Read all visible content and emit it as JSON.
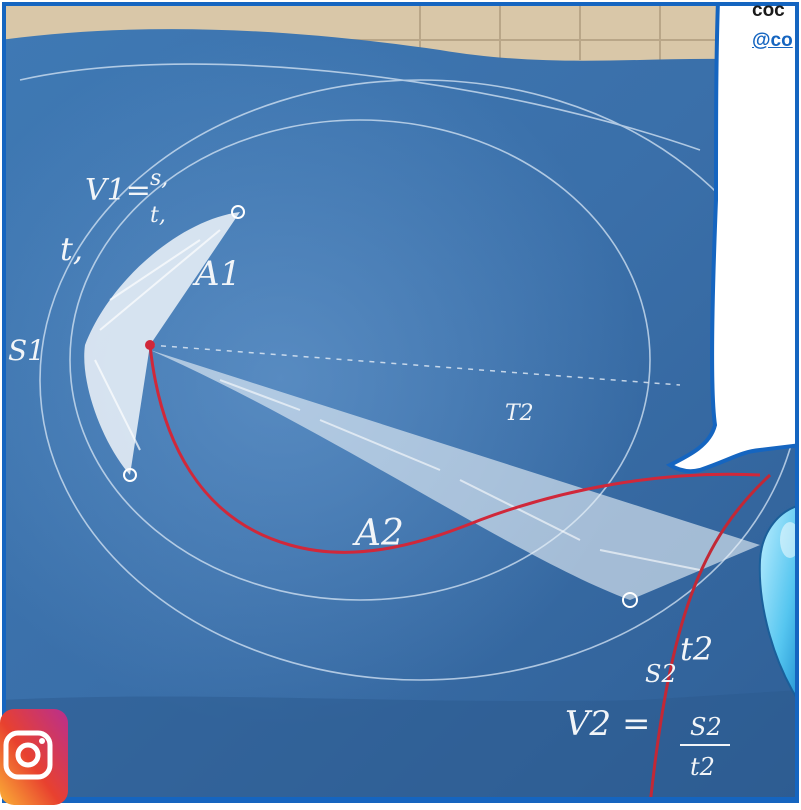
{
  "bubble": {
    "handle_text": "coc",
    "link_text": "@co"
  },
  "chalk_labels": {
    "v1_formula_v": "V1=",
    "v1_s": "s,",
    "v1_t": "t,",
    "t1": "t,",
    "a1": "A1",
    "s1": "S1",
    "t2_mid": "T2",
    "a2": "A2",
    "t2": "t2",
    "s2": "S2",
    "v2_formula_v": "V2 =",
    "v2_s": "S2",
    "v2_t": "t2"
  },
  "icons": {
    "instagram": "instagram-icon",
    "mascot": "mascot-figure"
  },
  "colors": {
    "board": "#3a6ea5",
    "chalk": "#f2f5f8",
    "red_line": "#d0283a",
    "frame": "#1565c0",
    "bubble_border": "#1565c0",
    "link": "#1565c0"
  }
}
